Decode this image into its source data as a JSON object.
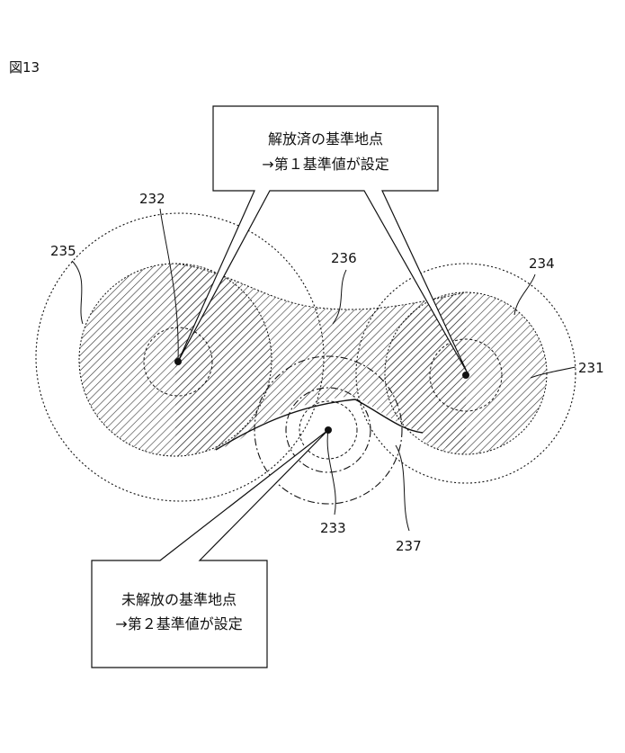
{
  "figure": {
    "title": "図13",
    "callout_top": {
      "line1": "解放済の基準地点",
      "line2": "→第１基準値が設定"
    },
    "callout_bottom": {
      "line1": "未解放の基準地点",
      "line2": "→第２基準値が設定"
    },
    "labels": {
      "l231": "231",
      "l232": "232",
      "l233": "233",
      "l234": "234",
      "l235": "235",
      "l236": "236",
      "l237": "237"
    },
    "colors": {
      "line": "#111111",
      "hatch": "#333333",
      "background": "#ffffff"
    }
  }
}
